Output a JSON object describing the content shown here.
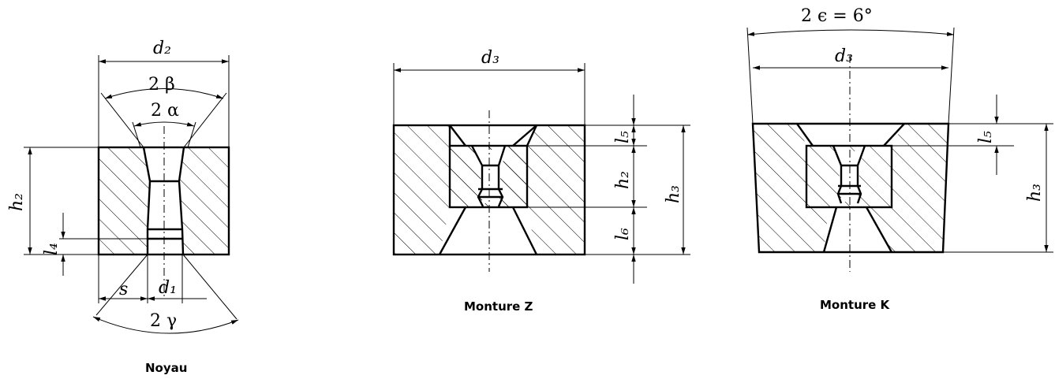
{
  "figure": {
    "captions": {
      "noyau": "Noyau",
      "monture_z": "Monture Z",
      "monture_k": "Monture K"
    },
    "labels": {
      "noyau": {
        "d2": "d₂",
        "two_beta": "2 β",
        "two_alpha": "2 α",
        "h2": "h₂",
        "l4": "l₄",
        "s": "s",
        "d1": "d₁",
        "two_gamma": "2 γ"
      },
      "monture_z": {
        "d3": "d₃",
        "l5": "l₅",
        "h2": "h₂",
        "h3": "h₃",
        "l6": "l₆"
      },
      "monture_k": {
        "two_epsilon": "2 ϵ = 6°",
        "d3": "d₃",
        "l5": "l₅",
        "h3": "h₃"
      }
    }
  }
}
